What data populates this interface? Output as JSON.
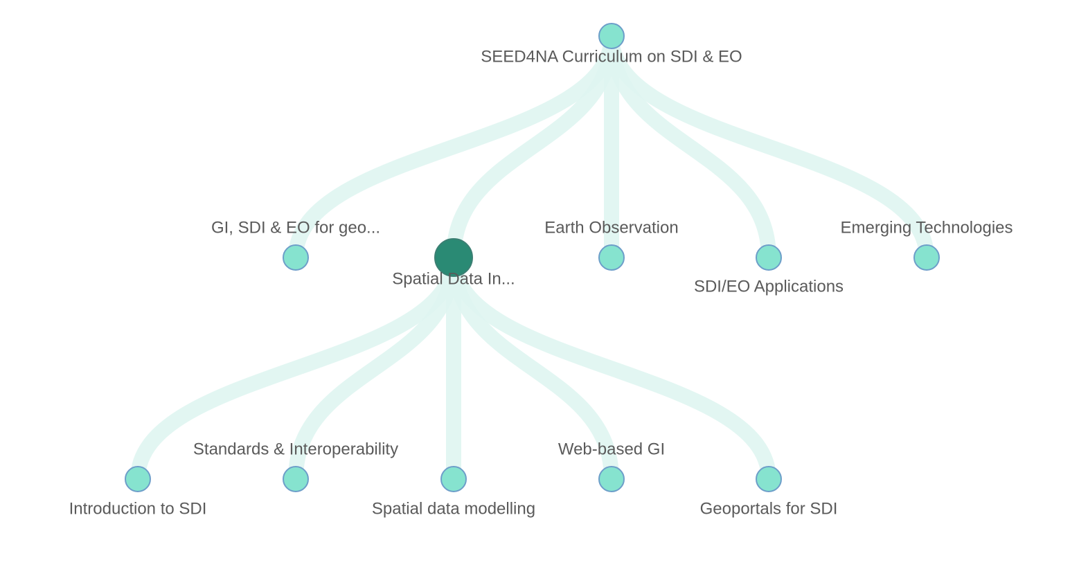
{
  "tree": {
    "root": "SEED4NA Curriculum on SDI & EO",
    "selected": "Spatial Data In...",
    "colors": {
      "link": "#dff5f1",
      "node_fill": "#86e3cf",
      "node_stroke": "#6d9ec9",
      "selected_fill": "#2a8a74",
      "label": "#5a5a5a",
      "background": "#ffffff"
    },
    "level1": [
      "GI, SDI & EO for geo...",
      "Spatial Data In...",
      "Earth Observation",
      "SDI/EO Applications",
      "Emerging Technologies"
    ],
    "level2": [
      "Introduction to SDI",
      "Standards & Interoperability",
      "Spatial data modelling",
      "Web-based GI",
      "Geoportals for SDI"
    ]
  }
}
